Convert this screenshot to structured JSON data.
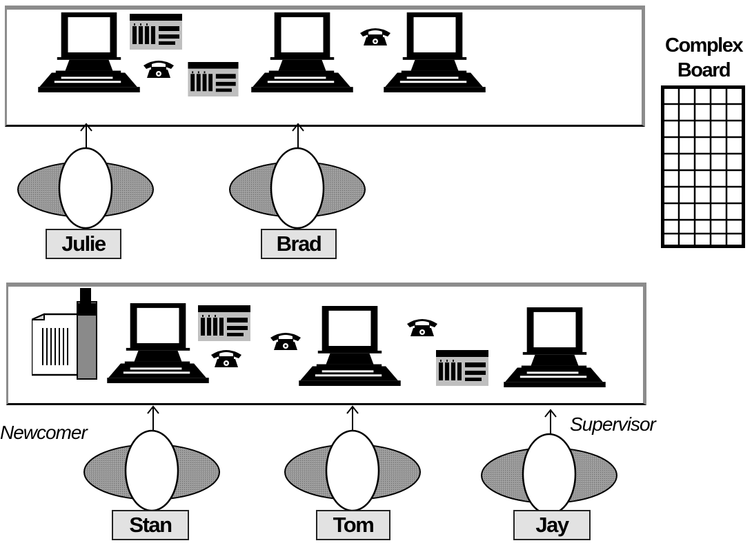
{
  "board": {
    "line1": "Complex",
    "line2": "Board"
  },
  "people": {
    "julie": "Julie",
    "brad": "Brad",
    "stan": "Stan",
    "tom": "Tom",
    "jay": "Jay"
  },
  "roles": {
    "newcomer": "Newcomer",
    "supervisor": "Supervisor"
  },
  "colors": {
    "frame": "#8c8c8c",
    "desk_shadow": "#8a8a8a",
    "tag_fill": "#e2e2e2",
    "monitor": "#000000"
  },
  "icons": {
    "computer": "computer-icon",
    "telephone": "telephone-icon",
    "calendar": "calendar-icon",
    "printer": "printer-icon",
    "person": "person-topview-icon",
    "board": "complex-board-grid-icon"
  }
}
